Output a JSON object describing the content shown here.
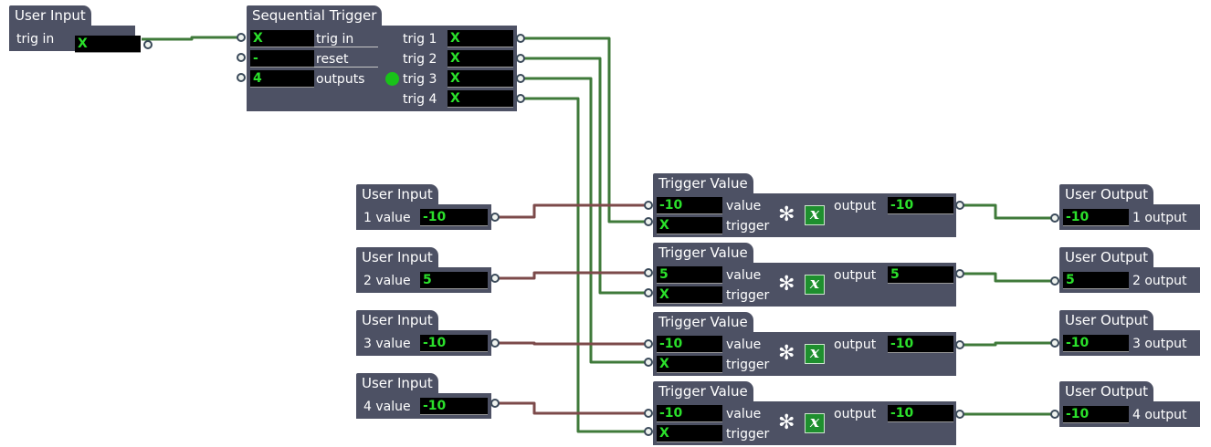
{
  "user_input_trig": {
    "title": "User Input",
    "label": "trig in",
    "value": "X"
  },
  "sequential_trigger": {
    "title": "Sequential Trigger",
    "inputs": [
      {
        "label": "trig in",
        "value": "X"
      },
      {
        "label": "reset",
        "value": "-"
      },
      {
        "label": "outputs",
        "value": "4"
      }
    ],
    "outputs": [
      {
        "label": "trig 1",
        "value": "X"
      },
      {
        "label": "trig 2",
        "value": "X"
      },
      {
        "label": "trig 3",
        "value": "X"
      },
      {
        "label": "trig 4",
        "value": "X"
      }
    ]
  },
  "value_inputs": [
    {
      "title": "User Input",
      "label": "1 value",
      "value": "-10"
    },
    {
      "title": "User Input",
      "label": "2 value",
      "value": "5"
    },
    {
      "title": "User Input",
      "label": "3 value",
      "value": "-10"
    },
    {
      "title": "User Input",
      "label": "4 value",
      "value": "-10"
    }
  ],
  "trigger_values": [
    {
      "title": "Trigger Value",
      "value_label": "value",
      "value": "-10",
      "trigger_label": "trigger",
      "trigger": "X",
      "output_label": "output",
      "output": "-10",
      "button": "x"
    },
    {
      "title": "Trigger Value",
      "value_label": "value",
      "value": "5",
      "trigger_label": "trigger",
      "trigger": "X",
      "output_label": "output",
      "output": "5",
      "button": "x"
    },
    {
      "title": "Trigger Value",
      "value_label": "value",
      "value": "-10",
      "trigger_label": "trigger",
      "trigger": "X",
      "output_label": "output",
      "output": "-10",
      "button": "x"
    },
    {
      "title": "Trigger Value",
      "value_label": "value",
      "value": "-10",
      "trigger_label": "trigger",
      "trigger": "X",
      "output_label": "output",
      "output": "-10",
      "button": "x"
    }
  ],
  "user_outputs": [
    {
      "title": "User Output",
      "label": "1 output",
      "value": "-10"
    },
    {
      "title": "User Output",
      "label": "2 output",
      "value": "5"
    },
    {
      "title": "User Output",
      "label": "3 output",
      "value": "-10"
    },
    {
      "title": "User Output",
      "label": "4 output",
      "value": "-10"
    }
  ],
  "colors": {
    "actor_bg": "#4d5164",
    "field_text": "#2be02b",
    "trigger_wire": "#3f7a3a",
    "value_wire": "#7c4a4a",
    "led": "#19c219"
  }
}
